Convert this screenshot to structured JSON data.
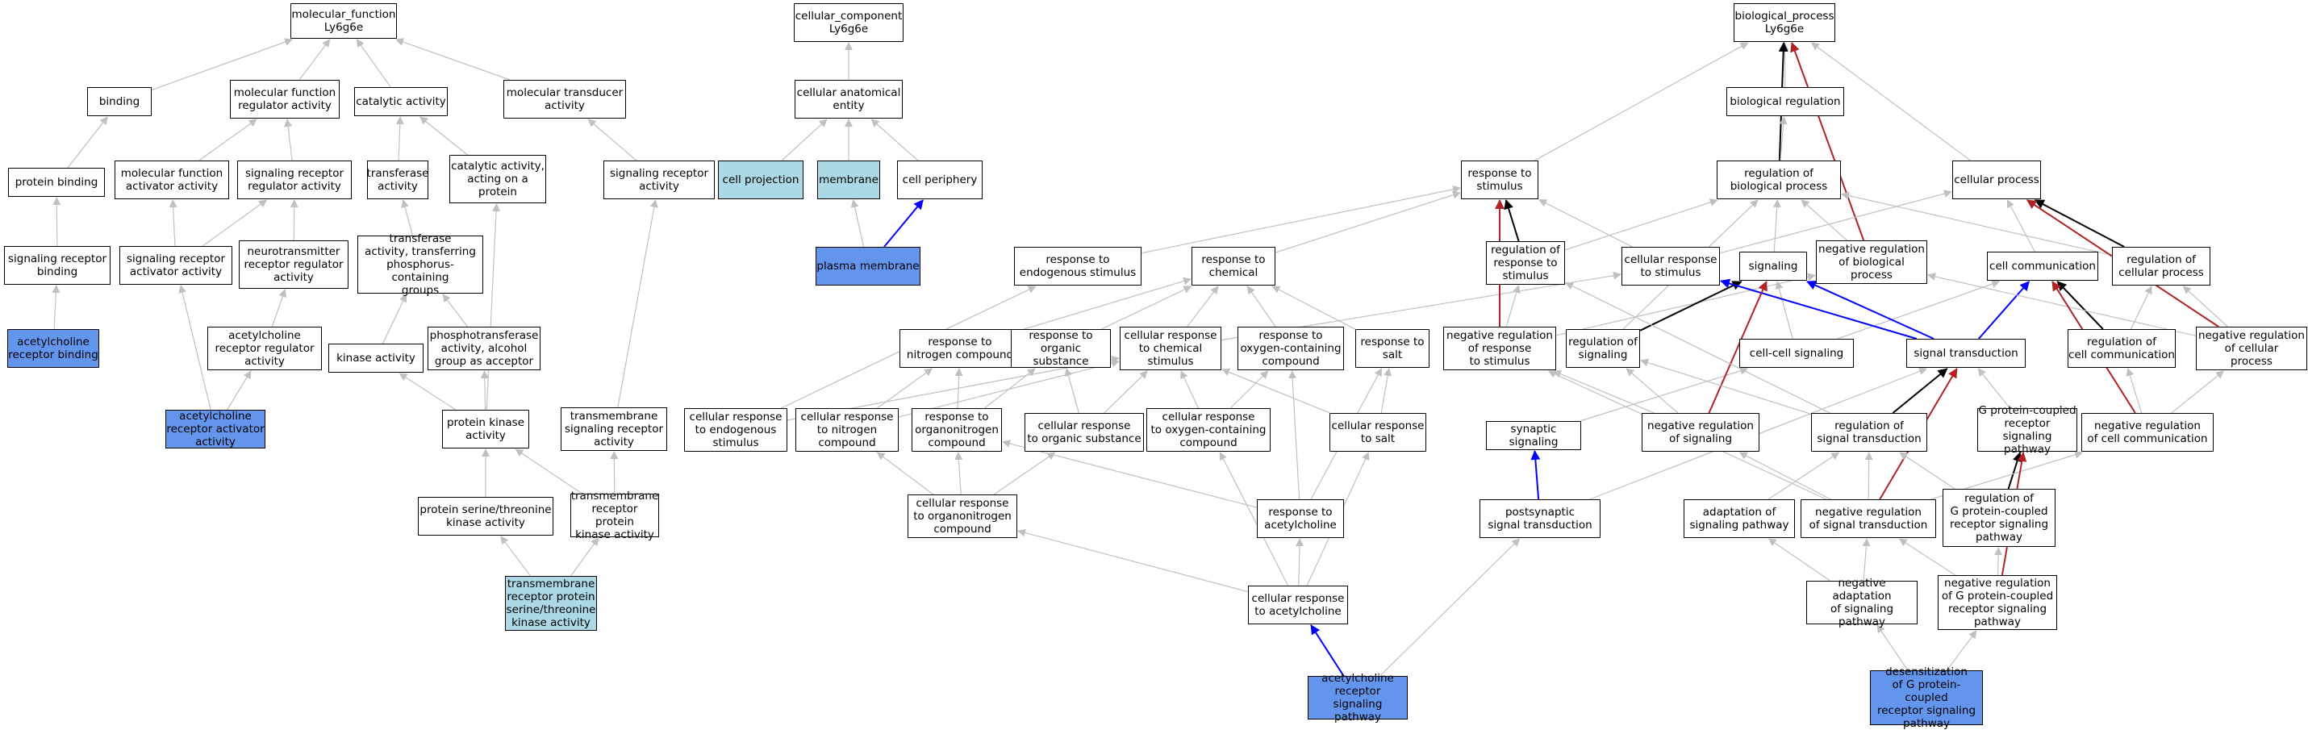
{
  "colors": {
    "plain": "#ffffff",
    "light": "#add8e6",
    "blue": "#6495ed",
    "edge_gray": "#c0c0c0",
    "edge_black": "#000000",
    "edge_blue": "#0000ff",
    "edge_red": "#b22222"
  },
  "nodes": [
    {
      "id": "mf",
      "label": "molecular_function\nLy6g6e",
      "fill": "plain"
    },
    {
      "id": "binding",
      "label": "binding",
      "fill": "plain"
    },
    {
      "id": "mfreg",
      "label": "molecular function\nregulator activity",
      "fill": "plain"
    },
    {
      "id": "catact",
      "label": "catalytic activity",
      "fill": "plain"
    },
    {
      "id": "moltrans",
      "label": "molecular transducer\nactivity",
      "fill": "plain"
    },
    {
      "id": "protbind",
      "label": "protein binding",
      "fill": "plain"
    },
    {
      "id": "mfact",
      "label": "molecular function\nactivator activity",
      "fill": "plain"
    },
    {
      "id": "sigrecreg",
      "label": "signaling receptor\nregulator activity",
      "fill": "plain"
    },
    {
      "id": "transfer",
      "label": "transferase\nactivity",
      "fill": "plain"
    },
    {
      "id": "catprot",
      "label": "catalytic activity,\nacting on a\nprotein",
      "fill": "plain"
    },
    {
      "id": "sigrecact",
      "label": "signaling receptor\nactivity",
      "fill": "plain"
    },
    {
      "id": "sigrecbind",
      "label": "signaling receptor\nbinding",
      "fill": "plain"
    },
    {
      "id": "sigrecactv",
      "label": "signaling receptor\nactivator activity",
      "fill": "plain"
    },
    {
      "id": "neurotrans",
      "label": "neurotransmitter\nreceptor regulator\nactivity",
      "fill": "plain"
    },
    {
      "id": "transphos",
      "label": "transferase\nactivity, transferring\nphosphorus-containing\ngroups",
      "fill": "plain"
    },
    {
      "id": "achrecbind",
      "label": "acetylcholine\nreceptor binding",
      "fill": "blue"
    },
    {
      "id": "achrecreg",
      "label": "acetylcholine\nreceptor regulator\nactivity",
      "fill": "plain"
    },
    {
      "id": "kinase",
      "label": "kinase activity",
      "fill": "plain"
    },
    {
      "id": "phosphotr",
      "label": "phosphotransferase\nactivity, alcohol\ngroup as acceptor",
      "fill": "plain"
    },
    {
      "id": "achrecact",
      "label": "acetylcholine\nreceptor activator\nactivity",
      "fill": "blue"
    },
    {
      "id": "protkin",
      "label": "protein kinase\nactivity",
      "fill": "plain"
    },
    {
      "id": "tmsigrec",
      "label": "transmembrane\nsignaling receptor\nactivity",
      "fill": "plain"
    },
    {
      "id": "serthr",
      "label": "protein serine/threonine\nkinase activity",
      "fill": "plain"
    },
    {
      "id": "tmrpk",
      "label": "transmembrane\nreceptor protein\nkinase activity",
      "fill": "plain"
    },
    {
      "id": "tmrpst",
      "label": "transmembrane\nreceptor protein\nserine/threonine\nkinase activity",
      "fill": "light"
    },
    {
      "id": "cc",
      "label": "cellular_component\nLy6g6e",
      "fill": "plain"
    },
    {
      "id": "cae",
      "label": "cellular anatomical\nentity",
      "fill": "plain"
    },
    {
      "id": "cellproj",
      "label": "cell projection",
      "fill": "light"
    },
    {
      "id": "membrane",
      "label": "membrane",
      "fill": "light"
    },
    {
      "id": "cellper",
      "label": "cell periphery",
      "fill": "plain"
    },
    {
      "id": "plasmamem",
      "label": "plasma membrane",
      "fill": "blue"
    },
    {
      "id": "bp",
      "label": "biological_process\nLy6g6e",
      "fill": "plain"
    },
    {
      "id": "bioreg",
      "label": "biological regulation",
      "fill": "plain"
    },
    {
      "id": "respstim",
      "label": "response to\nstimulus",
      "fill": "plain"
    },
    {
      "id": "regbp",
      "label": "regulation of\nbiological process",
      "fill": "plain"
    },
    {
      "id": "cellproc",
      "label": "cellular process",
      "fill": "plain"
    },
    {
      "id": "respendo",
      "label": "response to\nendogenous stimulus",
      "fill": "plain"
    },
    {
      "id": "respchem",
      "label": "response to\nchemical",
      "fill": "plain"
    },
    {
      "id": "regrespstim",
      "label": "regulation of\nresponse to\nstimulus",
      "fill": "plain"
    },
    {
      "id": "cellrespstim",
      "label": "cellular response\nto stimulus",
      "fill": "plain"
    },
    {
      "id": "signaling",
      "label": "signaling",
      "fill": "plain"
    },
    {
      "id": "negregbp",
      "label": "negative regulation\nof biological\nprocess",
      "fill": "plain"
    },
    {
      "id": "cellcomm",
      "label": "cell communication",
      "fill": "plain"
    },
    {
      "id": "regcellproc",
      "label": "regulation of\ncellular process",
      "fill": "plain"
    },
    {
      "id": "respnitro",
      "label": "response to\nnitrogen compound",
      "fill": "plain"
    },
    {
      "id": "resporg",
      "label": "response to\norganic substance",
      "fill": "plain"
    },
    {
      "id": "cellrespchem",
      "label": "cellular response\nto chemical\nstimulus",
      "fill": "plain"
    },
    {
      "id": "respoxy",
      "label": "response to\noxygen-containing\ncompound",
      "fill": "plain"
    },
    {
      "id": "respsalt",
      "label": "response to\nsalt",
      "fill": "plain"
    },
    {
      "id": "negregresp",
      "label": "negative regulation\nof response\nto stimulus",
      "fill": "plain"
    },
    {
      "id": "regsig",
      "label": "regulation of\nsignaling",
      "fill": "plain"
    },
    {
      "id": "cellcellsig",
      "label": "cell-cell signaling",
      "fill": "plain"
    },
    {
      "id": "sigtrans",
      "label": "signal transduction",
      "fill": "plain"
    },
    {
      "id": "regcellcomm",
      "label": "regulation of\ncell communication",
      "fill": "plain"
    },
    {
      "id": "negregcellproc",
      "label": "negative regulation\nof cellular\nprocess",
      "fill": "plain"
    },
    {
      "id": "cellrespendo",
      "label": "cellular response\nto endogenous\nstimulus",
      "fill": "plain"
    },
    {
      "id": "cellrespnitro",
      "label": "cellular response\nto nitrogen\ncompound",
      "fill": "plain"
    },
    {
      "id": "resporgnitro",
      "label": "response to\norganonitrogen\ncompound",
      "fill": "plain"
    },
    {
      "id": "cellresporg",
      "label": "cellular response\nto organic substance",
      "fill": "plain"
    },
    {
      "id": "cellrespoxy",
      "label": "cellular response\nto oxygen-containing\ncompound",
      "fill": "plain"
    },
    {
      "id": "cellrespsalt",
      "label": "cellular response\nto salt",
      "fill": "plain"
    },
    {
      "id": "synsig",
      "label": "synaptic signaling",
      "fill": "plain"
    },
    {
      "id": "negregsig",
      "label": "negative regulation\nof signaling",
      "fill": "plain"
    },
    {
      "id": "regsigtrans",
      "label": "regulation of\nsignal transduction",
      "fill": "plain"
    },
    {
      "id": "gpcr",
      "label": "G protein-coupled\nreceptor signaling\npathway",
      "fill": "plain"
    },
    {
      "id": "negregcellcomm",
      "label": "negative regulation\nof cell communication",
      "fill": "plain"
    },
    {
      "id": "cellresporgnitro",
      "label": "cellular response\nto organonitrogen\ncompound",
      "fill": "plain"
    },
    {
      "id": "respach",
      "label": "response to\nacetylcholine",
      "fill": "plain"
    },
    {
      "id": "postsyn",
      "label": "postsynaptic\nsignal transduction",
      "fill": "plain"
    },
    {
      "id": "adaptsig",
      "label": "adaptation of\nsignaling pathway",
      "fill": "plain"
    },
    {
      "id": "negregsigtrans",
      "label": "negative regulation\nof signal transduction",
      "fill": "plain"
    },
    {
      "id": "reggpcr",
      "label": "regulation of\nG protein-coupled\nreceptor signaling\npathway",
      "fill": "plain"
    },
    {
      "id": "cellrespach",
      "label": "cellular response\nto acetylcholine",
      "fill": "plain"
    },
    {
      "id": "negadapt",
      "label": "negative adaptation\nof signaling\npathway",
      "fill": "plain"
    },
    {
      "id": "negreggpcr",
      "label": "negative regulation\nof G protein-coupled\nreceptor signaling\npathway",
      "fill": "plain"
    },
    {
      "id": "achrecsig",
      "label": "acetylcholine\nreceptor signaling\npathway",
      "fill": "blue"
    },
    {
      "id": "desens",
      "label": "desensitization\nof G protein-coupled\nreceptor signaling\npathway",
      "fill": "blue"
    }
  ],
  "edges": [
    [
      "binding",
      "mf",
      "gray"
    ],
    [
      "mfreg",
      "mf",
      "gray"
    ],
    [
      "catact",
      "mf",
      "gray"
    ],
    [
      "moltrans",
      "mf",
      "gray"
    ],
    [
      "protbind",
      "binding",
      "gray"
    ],
    [
      "mfact",
      "mfreg",
      "gray"
    ],
    [
      "sigrecreg",
      "mfreg",
      "gray"
    ],
    [
      "transfer",
      "catact",
      "gray"
    ],
    [
      "catprot",
      "catact",
      "gray"
    ],
    [
      "sigrecact",
      "moltrans",
      "gray"
    ],
    [
      "sigrecbind",
      "protbind",
      "gray"
    ],
    [
      "sigrecactv",
      "mfact",
      "gray"
    ],
    [
      "sigrecactv",
      "sigrecreg",
      "gray"
    ],
    [
      "neurotrans",
      "sigrecreg",
      "gray"
    ],
    [
      "transphos",
      "transfer",
      "gray"
    ],
    [
      "achrecbind",
      "sigrecbind",
      "gray"
    ],
    [
      "achrecreg",
      "neurotrans",
      "gray"
    ],
    [
      "kinase",
      "transphos",
      "gray"
    ],
    [
      "phosphotr",
      "transphos",
      "gray"
    ],
    [
      "achrecact",
      "sigrecactv",
      "gray"
    ],
    [
      "achrecact",
      "achrecreg",
      "gray"
    ],
    [
      "protkin",
      "kinase",
      "gray"
    ],
    [
      "protkin",
      "phosphotr",
      "gray"
    ],
    [
      "protkin",
      "catprot",
      "gray"
    ],
    [
      "tmsigrec",
      "sigrecact",
      "gray"
    ],
    [
      "serthr",
      "protkin",
      "gray"
    ],
    [
      "tmrpk",
      "protkin",
      "gray"
    ],
    [
      "tmrpk",
      "tmsigrec",
      "gray"
    ],
    [
      "tmrpst",
      "serthr",
      "gray"
    ],
    [
      "tmrpst",
      "tmrpk",
      "gray"
    ],
    [
      "cae",
      "cc",
      "gray"
    ],
    [
      "cellproj",
      "cae",
      "gray"
    ],
    [
      "membrane",
      "cae",
      "gray"
    ],
    [
      "cellper",
      "cae",
      "gray"
    ],
    [
      "plasmamem",
      "membrane",
      "gray"
    ],
    [
      "plasmamem",
      "cellper",
      "blue"
    ],
    [
      "bioreg",
      "bp",
      "gray"
    ],
    [
      "respstim",
      "bp",
      "gray"
    ],
    [
      "regbp",
      "bp",
      "black"
    ],
    [
      "regbp",
      "bioreg",
      "gray"
    ],
    [
      "cellproc",
      "bp",
      "gray"
    ],
    [
      "negregbp",
      "bp",
      "red"
    ],
    [
      "respendo",
      "respstim",
      "gray"
    ],
    [
      "respchem",
      "respstim",
      "gray"
    ],
    [
      "regrespstim",
      "respstim",
      "black"
    ],
    [
      "regrespstim",
      "regbp",
      "gray"
    ],
    [
      "cellrespstim",
      "respstim",
      "gray"
    ],
    [
      "cellrespstim",
      "cellproc",
      "gray"
    ],
    [
      "signaling",
      "regbp",
      "gray"
    ],
    [
      "negregbp",
      "regbp",
      "gray"
    ],
    [
      "cellcomm",
      "cellproc",
      "gray"
    ],
    [
      "regcellproc",
      "cellproc",
      "black"
    ],
    [
      "regcellproc",
      "regbp",
      "gray"
    ],
    [
      "respnitro",
      "respchem",
      "gray"
    ],
    [
      "resporg",
      "respchem",
      "gray"
    ],
    [
      "cellrespchem",
      "respchem",
      "gray"
    ],
    [
      "cellrespchem",
      "cellrespstim",
      "gray"
    ],
    [
      "respoxy",
      "respchem",
      "gray"
    ],
    [
      "respsalt",
      "respchem",
      "gray"
    ],
    [
      "negregresp",
      "respstim",
      "red"
    ],
    [
      "negregresp",
      "regrespstim",
      "gray"
    ],
    [
      "negregresp",
      "negregbp",
      "gray"
    ],
    [
      "regsig",
      "signaling",
      "black"
    ],
    [
      "regsig",
      "regbp",
      "gray"
    ],
    [
      "cellcellsig",
      "signaling",
      "gray"
    ],
    [
      "cellcellsig",
      "cellcomm",
      "gray"
    ],
    [
      "sigtrans",
      "signaling",
      "blue"
    ],
    [
      "sigtrans",
      "cellrespstim",
      "blue"
    ],
    [
      "sigtrans",
      "cellcomm",
      "blue"
    ],
    [
      "regcellcomm",
      "cellcomm",
      "black"
    ],
    [
      "regcellcomm",
      "regcellproc",
      "gray"
    ],
    [
      "negregcellproc",
      "cellproc",
      "red"
    ],
    [
      "negregcellproc",
      "regcellproc",
      "gray"
    ],
    [
      "negregcellproc",
      "negregbp",
      "gray"
    ],
    [
      "cellrespendo",
      "respendo",
      "gray"
    ],
    [
      "cellrespendo",
      "cellrespchem",
      "gray"
    ],
    [
      "cellrespnitro",
      "respnitro",
      "gray"
    ],
    [
      "cellrespnitro",
      "cellrespchem",
      "gray"
    ],
    [
      "resporgnitro",
      "respnitro",
      "gray"
    ],
    [
      "resporgnitro",
      "resporg",
      "gray"
    ],
    [
      "cellresporg",
      "resporg",
      "gray"
    ],
    [
      "cellresporg",
      "cellrespchem",
      "gray"
    ],
    [
      "cellrespoxy",
      "respoxy",
      "gray"
    ],
    [
      "cellrespoxy",
      "cellrespchem",
      "gray"
    ],
    [
      "cellrespsalt",
      "respsalt",
      "gray"
    ],
    [
      "cellrespsalt",
      "cellrespchem",
      "gray"
    ],
    [
      "synsig",
      "cellcellsig",
      "gray"
    ],
    [
      "negregsig",
      "signaling",
      "red"
    ],
    [
      "negregsig",
      "regsig",
      "gray"
    ],
    [
      "negregsig",
      "negregresp",
      "gray"
    ],
    [
      "regsigtrans",
      "sigtrans",
      "black"
    ],
    [
      "regsigtrans",
      "regsig",
      "gray"
    ],
    [
      "regsigtrans",
      "regrespstim",
      "gray"
    ],
    [
      "gpcr",
      "sigtrans",
      "gray"
    ],
    [
      "negregcellcomm",
      "cellcomm",
      "red"
    ],
    [
      "negregcellcomm",
      "regcellcomm",
      "gray"
    ],
    [
      "negregcellcomm",
      "negregcellproc",
      "gray"
    ],
    [
      "cellresporgnitro",
      "cellrespnitro",
      "gray"
    ],
    [
      "cellresporgnitro",
      "resporgnitro",
      "gray"
    ],
    [
      "cellresporgnitro",
      "cellresporg",
      "gray"
    ],
    [
      "respach",
      "respoxy",
      "gray"
    ],
    [
      "respach",
      "resporgnitro",
      "gray"
    ],
    [
      "respach",
      "respsalt",
      "gray"
    ],
    [
      "postsyn",
      "synsig",
      "blue"
    ],
    [
      "postsyn",
      "sigtrans",
      "gray"
    ],
    [
      "adaptsig",
      "regsigtrans",
      "gray"
    ],
    [
      "negregsigtrans",
      "sigtrans",
      "red"
    ],
    [
      "negregsigtrans",
      "regsigtrans",
      "gray"
    ],
    [
      "negregsigtrans",
      "negregsig",
      "gray"
    ],
    [
      "negregsigtrans",
      "negregresp",
      "gray"
    ],
    [
      "reggpcr",
      "gpcr",
      "black"
    ],
    [
      "reggpcr",
      "regsigtrans",
      "gray"
    ],
    [
      "negregsigtrans",
      "negregcellcomm",
      "gray"
    ],
    [
      "cellrespach",
      "respach",
      "gray"
    ],
    [
      "cellrespach",
      "cellresporgnitro",
      "gray"
    ],
    [
      "cellrespach",
      "cellrespoxy",
      "gray"
    ],
    [
      "cellrespach",
      "cellrespsalt",
      "gray"
    ],
    [
      "negadapt",
      "adaptsig",
      "gray"
    ],
    [
      "negadapt",
      "negregsigtrans",
      "gray"
    ],
    [
      "negreggpcr",
      "gpcr",
      "red"
    ],
    [
      "negreggpcr",
      "reggpcr",
      "gray"
    ],
    [
      "negreggpcr",
      "negregsigtrans",
      "gray"
    ],
    [
      "achrecsig",
      "cellrespach",
      "blue"
    ],
    [
      "achrecsig",
      "postsyn",
      "gray"
    ],
    [
      "desens",
      "negadapt",
      "gray"
    ],
    [
      "desens",
      "negreggpcr",
      "gray"
    ]
  ]
}
